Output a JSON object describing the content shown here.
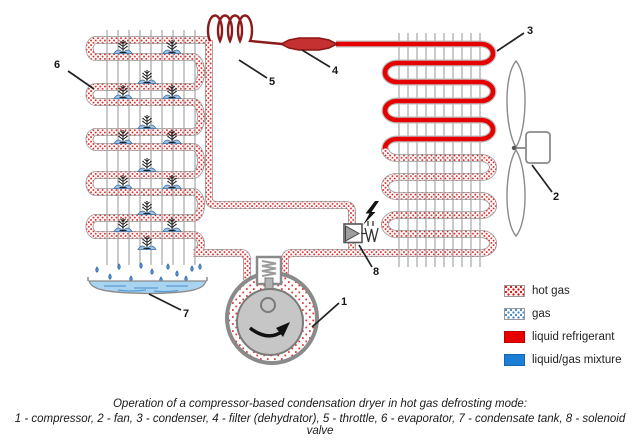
{
  "figure": {
    "caption_title": "Operation of a compressor-based condensation dryer in hot gas defrosting mode:",
    "caption_key": "1 - compressor, 2 - fan, 3 - condenser, 4 - filter (dehydrator), 5 - throttle, 6 - evaporator, 7 - condensate tank, 8 - solenoid valve"
  },
  "callouts": [
    "1",
    "2",
    "3",
    "4",
    "5",
    "6",
    "7",
    "8"
  ],
  "legend": {
    "items": [
      {
        "label": "hot gas",
        "style": "dots-red"
      },
      {
        "label": "gas",
        "style": "dots-blue"
      },
      {
        "label": "liquid refrigerant",
        "style": "solid-red"
      },
      {
        "label": "liquid/gas mixture",
        "style": "solid-blue"
      }
    ]
  },
  "colors": {
    "hot_gas_dot": "#dd1111",
    "gas_dot": "#4a86c8",
    "liquid_refrigerant": "#e60000",
    "liquid_gas_mixture": "#1c7fd6",
    "pipe_outline": "#9a9a9a",
    "throttle_coil": "#8b1a1a",
    "filter_body": "#c53030",
    "water": "#a8d3f1",
    "frost_mound": "#9dc3e6"
  }
}
